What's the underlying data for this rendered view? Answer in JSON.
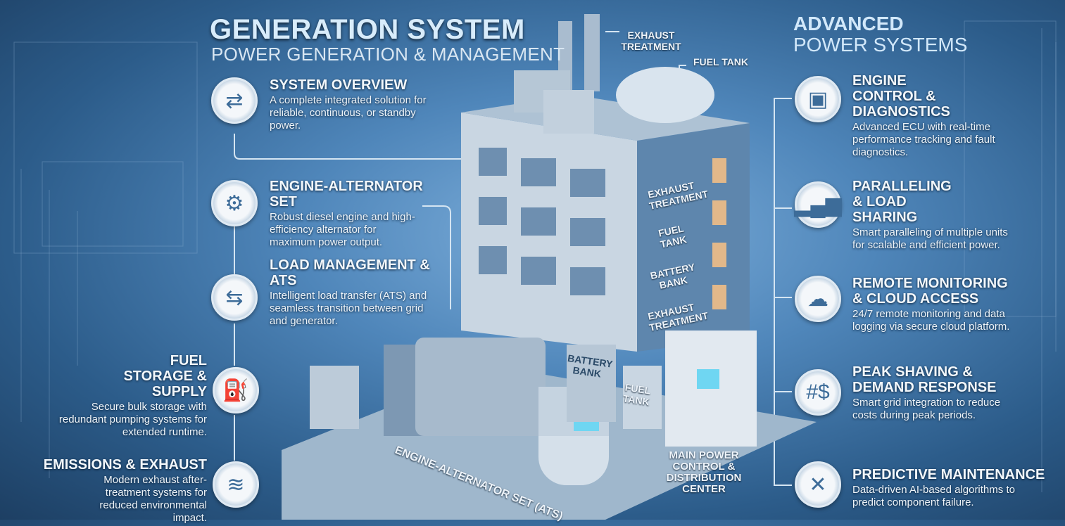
{
  "header": {
    "title": "GENERATION SYSTEM",
    "subtitle": "POWER GENERATION & MANAGEMENT"
  },
  "right_header": {
    "title": "ADVANCED",
    "subtitle": "POWER SYSTEMS"
  },
  "left_items": [
    {
      "title": "SYSTEM OVERVIEW",
      "desc": "A complete integrated solution for reliable, continuous, or standby power.",
      "icon": "power-flow-icon"
    },
    {
      "title": "ENGINE-ALTERNATOR SET",
      "desc": "Robust diesel engine and high-efficiency alternator for maximum power output.",
      "icon": "motor-icon"
    },
    {
      "title": "LOAD MANAGEMENT & ATS",
      "desc": "Intelligent load transfer (ATS) and seamless transition between grid and generator.",
      "icon": "transfer-arrows-icon"
    },
    {
      "title": "FUEL STORAGE & SUPPLY",
      "desc": "Secure bulk storage with redundant pumping systems for extended runtime.",
      "icon": "fuel-pump-icon"
    },
    {
      "title": "EMISSIONS & EXHAUST",
      "desc": "Modern exhaust after-treatment systems for reduced environmental impact.",
      "icon": "wind-exhaust-icon"
    }
  ],
  "right_items": [
    {
      "title": "ENGINE CONTROL & DIAGNOSTICS",
      "desc": "Advanced ECU with real-time performance tracking and fault diagnostics.",
      "icon": "chip-icon"
    },
    {
      "title": "PARALLELING & LOAD SHARING",
      "desc": "Smart paralleling of multiple units for scalable and efficient power.",
      "icon": "bar-chart-icon"
    },
    {
      "title": "REMOTE MONITORING & CLOUD ACCESS",
      "desc": "24/7 remote monitoring and data logging via secure cloud platform.",
      "icon": "cloud-icon"
    },
    {
      "title": "PEAK SHAVING & DEMAND RESPONSE",
      "desc": "Smart grid integration to reduce costs during peak periods.",
      "icon": "grid-dollar-icon"
    },
    {
      "title": "PREDICTIVE MAINTENANCE",
      "desc": "Data-driven AI-based algorithms to predict component failure.",
      "icon": "tools-icon"
    }
  ],
  "building_labels": {
    "exhaust_top": "EXHAUST TREATMENT",
    "fuel_top": "FUEL TANK",
    "wall_exhaust": "EXHAUST TREATMENT",
    "wall_fuel": "FUEL TANK",
    "wall_battery": "BATTERY BANK",
    "wall_exhaust2": "EXHAUST TREATMENT",
    "battery_bank": "BATTERY BANK",
    "fuel_tank": "FUEL TANK",
    "engine_set": "ENGINE-ALTERNATOR SET (ATS)",
    "main_power": "MAIN POWER CONTROL & DISTRIBUTION CENTER"
  }
}
